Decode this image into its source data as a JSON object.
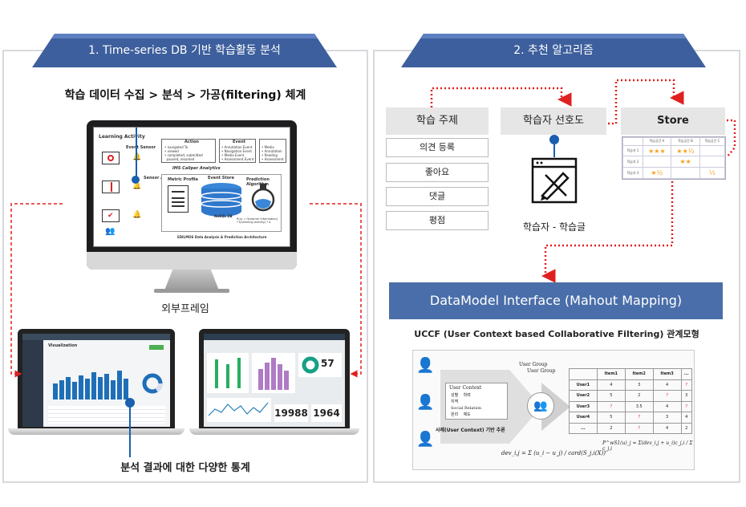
{
  "left_panel": {
    "tab_label": "1. Time-series DB 기반 학습활동 분석",
    "title": "학습 데이터 수집 > 분석 > 가공(filtering) 체계",
    "monitor_caption": "외부프레임",
    "laptops_caption": "분석 결과에 대한 다양한 통계",
    "screen": {
      "learning_activity": "Learning Activity",
      "action": "Action",
      "event": "Event",
      "event_sensor": "Event Sensor",
      "sensor_api": "Sensor API",
      "caliper": "IMS Caliper Analytics",
      "metric_profile": "Metric Profile",
      "event_store": "Event Store",
      "prediction": "Prediction Algorithm",
      "nosql": "NoSQL DB",
      "footer": "EDILMOS Data Analysis & Prediction Architecture",
      "action_list": "• navigated To\n• viewed\n• completed, submitted\n  paused, resumed",
      "event_list": "• Annotation Event\n• Navigation Event\n• Media Event\n• Assessment Event",
      "media_list": "• Media\n• Annotation\n• Reading\n• Assessment",
      "formula": "R(x) = f(Learner Information)\n* f(Learning Activity) * a"
    },
    "laptop_right_stats": [
      "57",
      "19988",
      "1964"
    ],
    "laptop_left_title": "Visualization"
  },
  "right_panel": {
    "tab_label": "2. 추천 알고리즘",
    "topic_box": "학습 주제",
    "preference_box": "학습자 선호도",
    "store_box": "Store",
    "options": [
      "의견 등록",
      "좋아요",
      "댓글",
      "평점"
    ],
    "learner_caption": "학습자 - 학습글",
    "datamodel_bar": "DataModel Interface (Mahout Mapping)",
    "uccf_title": "UCCF (User Context based Collaborative Filtering) 관계모형",
    "store_table": {
      "headers": [
        "",
        "학습공간 A",
        "학습공간 B",
        "학습공간 C"
      ],
      "rows": [
        [
          "학습자 1",
          "★★★",
          "★★½",
          ""
        ],
        [
          "학습자 2",
          "",
          "★★",
          ""
        ],
        [
          "학습자 3",
          "★½",
          "",
          "½"
        ]
      ]
    },
    "uccf": {
      "user_context": "User Context",
      "context_items": [
        "성별",
        "학력",
        "지역",
        "Social Relation",
        "원리",
        "제도"
      ],
      "user_group_1": "User Group",
      "user_group_2": "User Group",
      "example": "사례(User Context) 기반 추론",
      "matrix_headers": [
        "",
        "Item1",
        "Item2",
        "Item3",
        "..."
      ],
      "matrix_rows": [
        [
          "User1",
          "4",
          "3",
          "4",
          "?"
        ],
        [
          "User2",
          "5",
          "2",
          "?",
          "3"
        ],
        [
          "User3",
          "?",
          "3.5",
          "4",
          "?"
        ],
        [
          "User4",
          "5",
          "?",
          "3",
          "4"
        ],
        [
          "...",
          "2",
          "?",
          "4",
          "2"
        ]
      ],
      "formula_left": "dev_i,j = Σ (u_i − u_j) / card(S_j,i(X))",
      "formula_right": "P^wS1(u)_j = Σ(dev_i,j + u_i)c_j,i / Σ c_j,i"
    }
  }
}
